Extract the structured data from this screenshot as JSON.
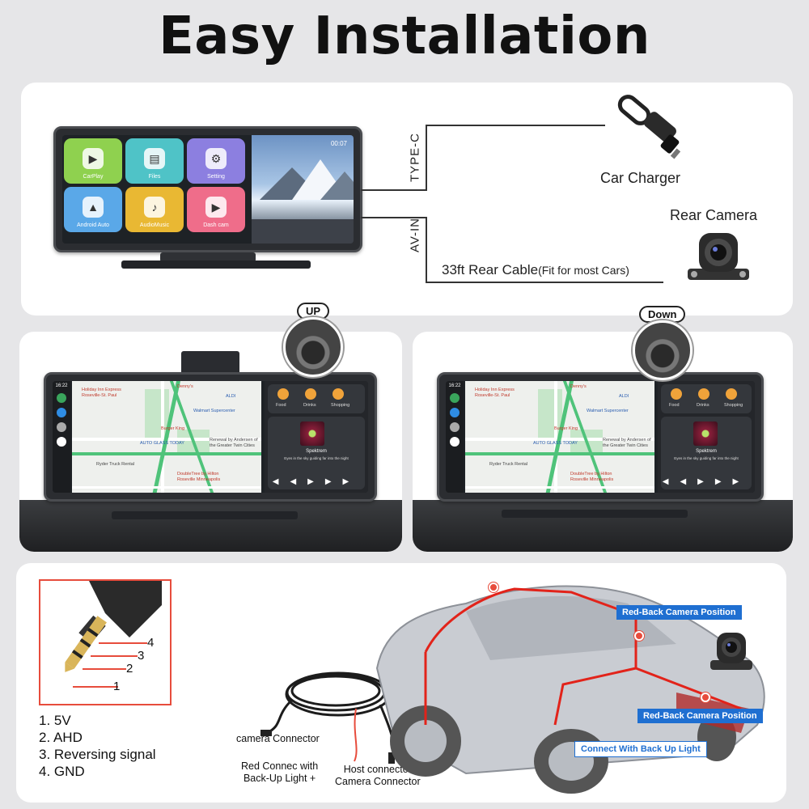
{
  "title": "Easy Installation",
  "top_panel": {
    "status_time": "00:07",
    "apps": [
      {
        "label": "CarPlay",
        "color": "#8fd14f",
        "icon": "carplay-icon"
      },
      {
        "label": "Files",
        "color": "#4fc3c7",
        "icon": "files-icon"
      },
      {
        "label": "Setting",
        "color": "#8c7fe0",
        "icon": "settings-gear-icon"
      },
      {
        "label": "Android Auto",
        "color": "#5aa8e8",
        "icon": "android-auto-icon"
      },
      {
        "label": "AudioMusic",
        "color": "#e9b833",
        "icon": "music-icon"
      },
      {
        "label": "Dash cam",
        "color": "#ef6d8a",
        "icon": "camera-icon"
      }
    ],
    "port_type_c": "TYPE-C",
    "port_av_in": "AV-IN",
    "car_charger_label": "Car Charger",
    "rear_camera_label": "Rear Camera",
    "rear_cable_label": "33ft Rear Cable",
    "rear_cable_note": "(Fit for most Cars)"
  },
  "carplay": {
    "time": "16:22",
    "map_labels": [
      "Holiday Inn Express",
      "Roseville-St. Paul",
      "Denny's",
      "ALDI",
      "Walmart Supercenter",
      "Burger King",
      "AUTO GLASS TODAY",
      "Renewal by Andersen of",
      "the Greater Twin Cities",
      "Ryder Truck Rental",
      "DoubleTree by Hilton",
      "Roseville Minneapolis"
    ],
    "widgets": [
      "Food",
      "Drinks",
      "Shopping"
    ],
    "song_title": "Spektrem",
    "song_sub": "Eyes in the sky guiding far into the night"
  },
  "mount_up_label": "UP",
  "mount_down_label": "Down",
  "pins": {
    "numbers": [
      "4",
      "3",
      "2",
      "1"
    ],
    "legend": [
      "1.  5V",
      "2.  AHD",
      "3.  Reversing signal",
      "4.  GND"
    ]
  },
  "cable_labels": {
    "camera_connector": "camera Connector",
    "red_connector_line1": "Red Connec with",
    "red_connector_line2": "Back-Up Light +",
    "host_connector_line1": "Host connector",
    "host_connector_line2": "Camera Connector"
  },
  "car_tags": {
    "back_camera_1": "Red-Back Camera Position",
    "back_camera_2": "Red-Back Camera Position",
    "backup_light": "Connect With Back Up Light"
  }
}
